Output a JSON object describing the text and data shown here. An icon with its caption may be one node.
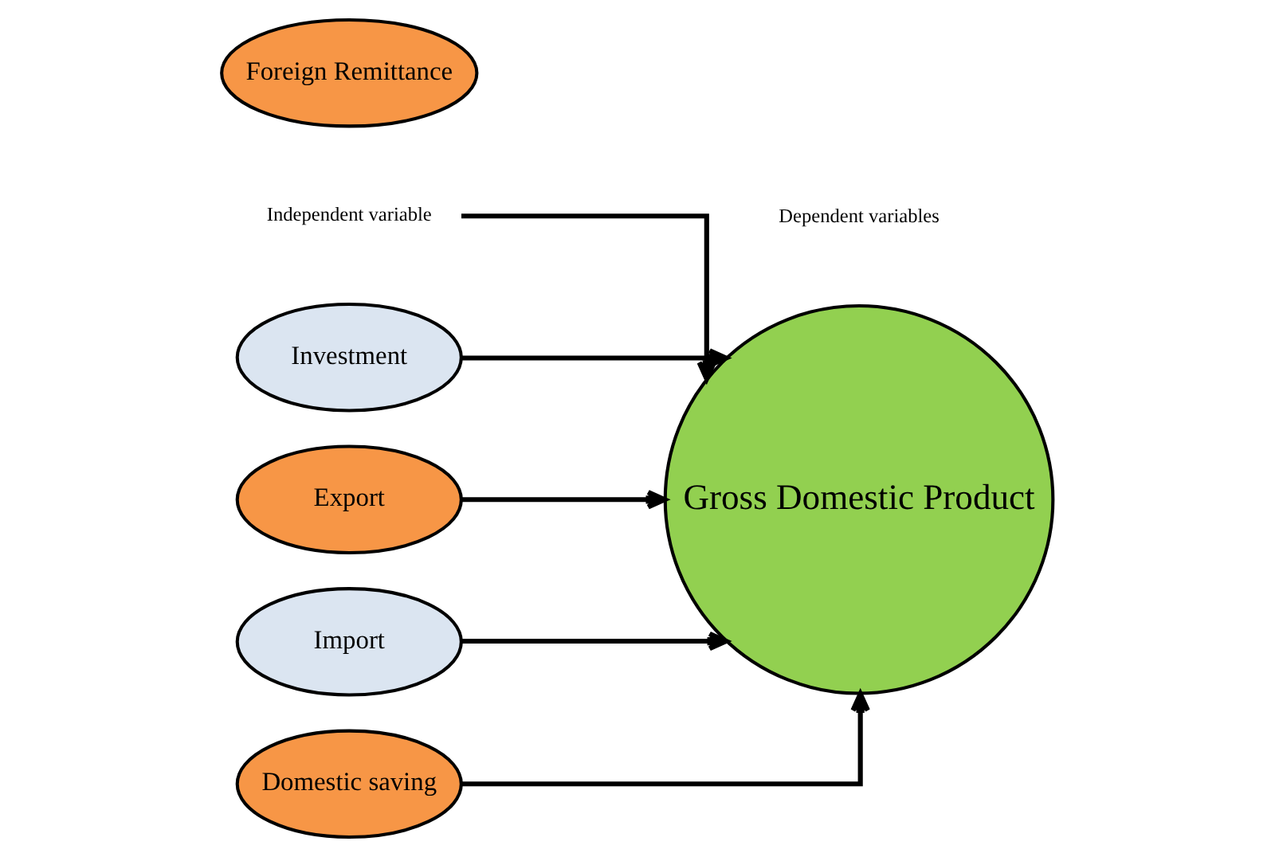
{
  "diagram": {
    "nodes": [
      {
        "text": [
          "Independent variable"
        ]
      },
      {
        "text": [
          "Foreign Remittance"
        ]
      },
      {
        "text": [
          "Investment"
        ]
      },
      {
        "text": [
          "Export"
        ]
      },
      {
        "text": [
          "Import"
        ]
      },
      {
        "text": [
          "Domestic saving"
        ]
      },
      {
        "text": [
          "Gross Domestic Product"
        ]
      }
    ],
    "edges": [
      {
        "from": 0,
        "to": 6,
        "arrow": "to"
      },
      {
        "from": 2,
        "to": 6,
        "arrow": "to"
      },
      {
        "from": 3,
        "to": 6,
        "arrow": "to"
      },
      {
        "from": 4,
        "to": 6,
        "arrow": "to"
      },
      {
        "from": 5,
        "to": 6,
        "arrow": "to"
      }
    ],
    "labels": [
      "Dependent variables"
    ]
  }
}
